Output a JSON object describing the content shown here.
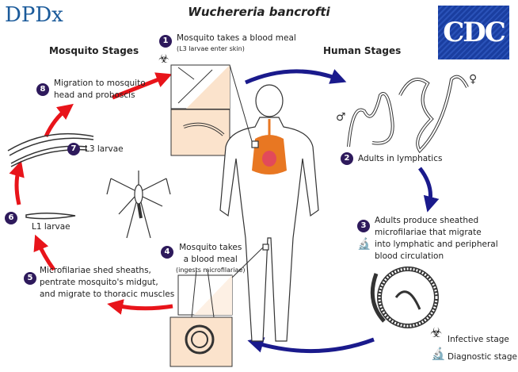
{
  "title": "Wuchereria bancrofti",
  "logos": {
    "dpdx": "DPDx",
    "cdc": "CDC"
  },
  "headers": {
    "mosquito": "Mosquito Stages",
    "human": "Human Stages"
  },
  "steps": [
    {
      "num": "1",
      "lines": [
        "Mosquito takes a blood meal"
      ],
      "sub": "(L3 larvae enter skin)"
    },
    {
      "num": "2",
      "lines": [
        "Adults in lymphatics"
      ]
    },
    {
      "num": "3",
      "lines": [
        "Adults produce sheathed",
        "microfilariae that migrate",
        "into lymphatic and peripheral",
        "blood circulation"
      ]
    },
    {
      "num": "4",
      "lines": [
        "Mosquito takes",
        "a blood meal"
      ],
      "sub": "(ingests microfilariae)"
    },
    {
      "num": "5",
      "lines": [
        "Microfilariae shed sheaths,",
        "pentrate mosquito's midgut,",
        "and migrate to thoracic muscles"
      ]
    },
    {
      "num": "6",
      "lines": [
        "L1 larvae"
      ]
    },
    {
      "num": "7",
      "lines": [
        "L3 larvae"
      ]
    },
    {
      "num": "8",
      "lines": [
        "Migration to mosquito",
        "head and proboscis"
      ]
    }
  ],
  "legend": {
    "infective": "Infective stage",
    "diagnostic": "Diagnostic stage"
  },
  "colors": {
    "mosquito_arrow": "#e8141a",
    "human_arrow": "#1a1a8c",
    "step_badge": "#2e1a5c",
    "organ": "#e87722",
    "box": "#fbe3cc"
  }
}
